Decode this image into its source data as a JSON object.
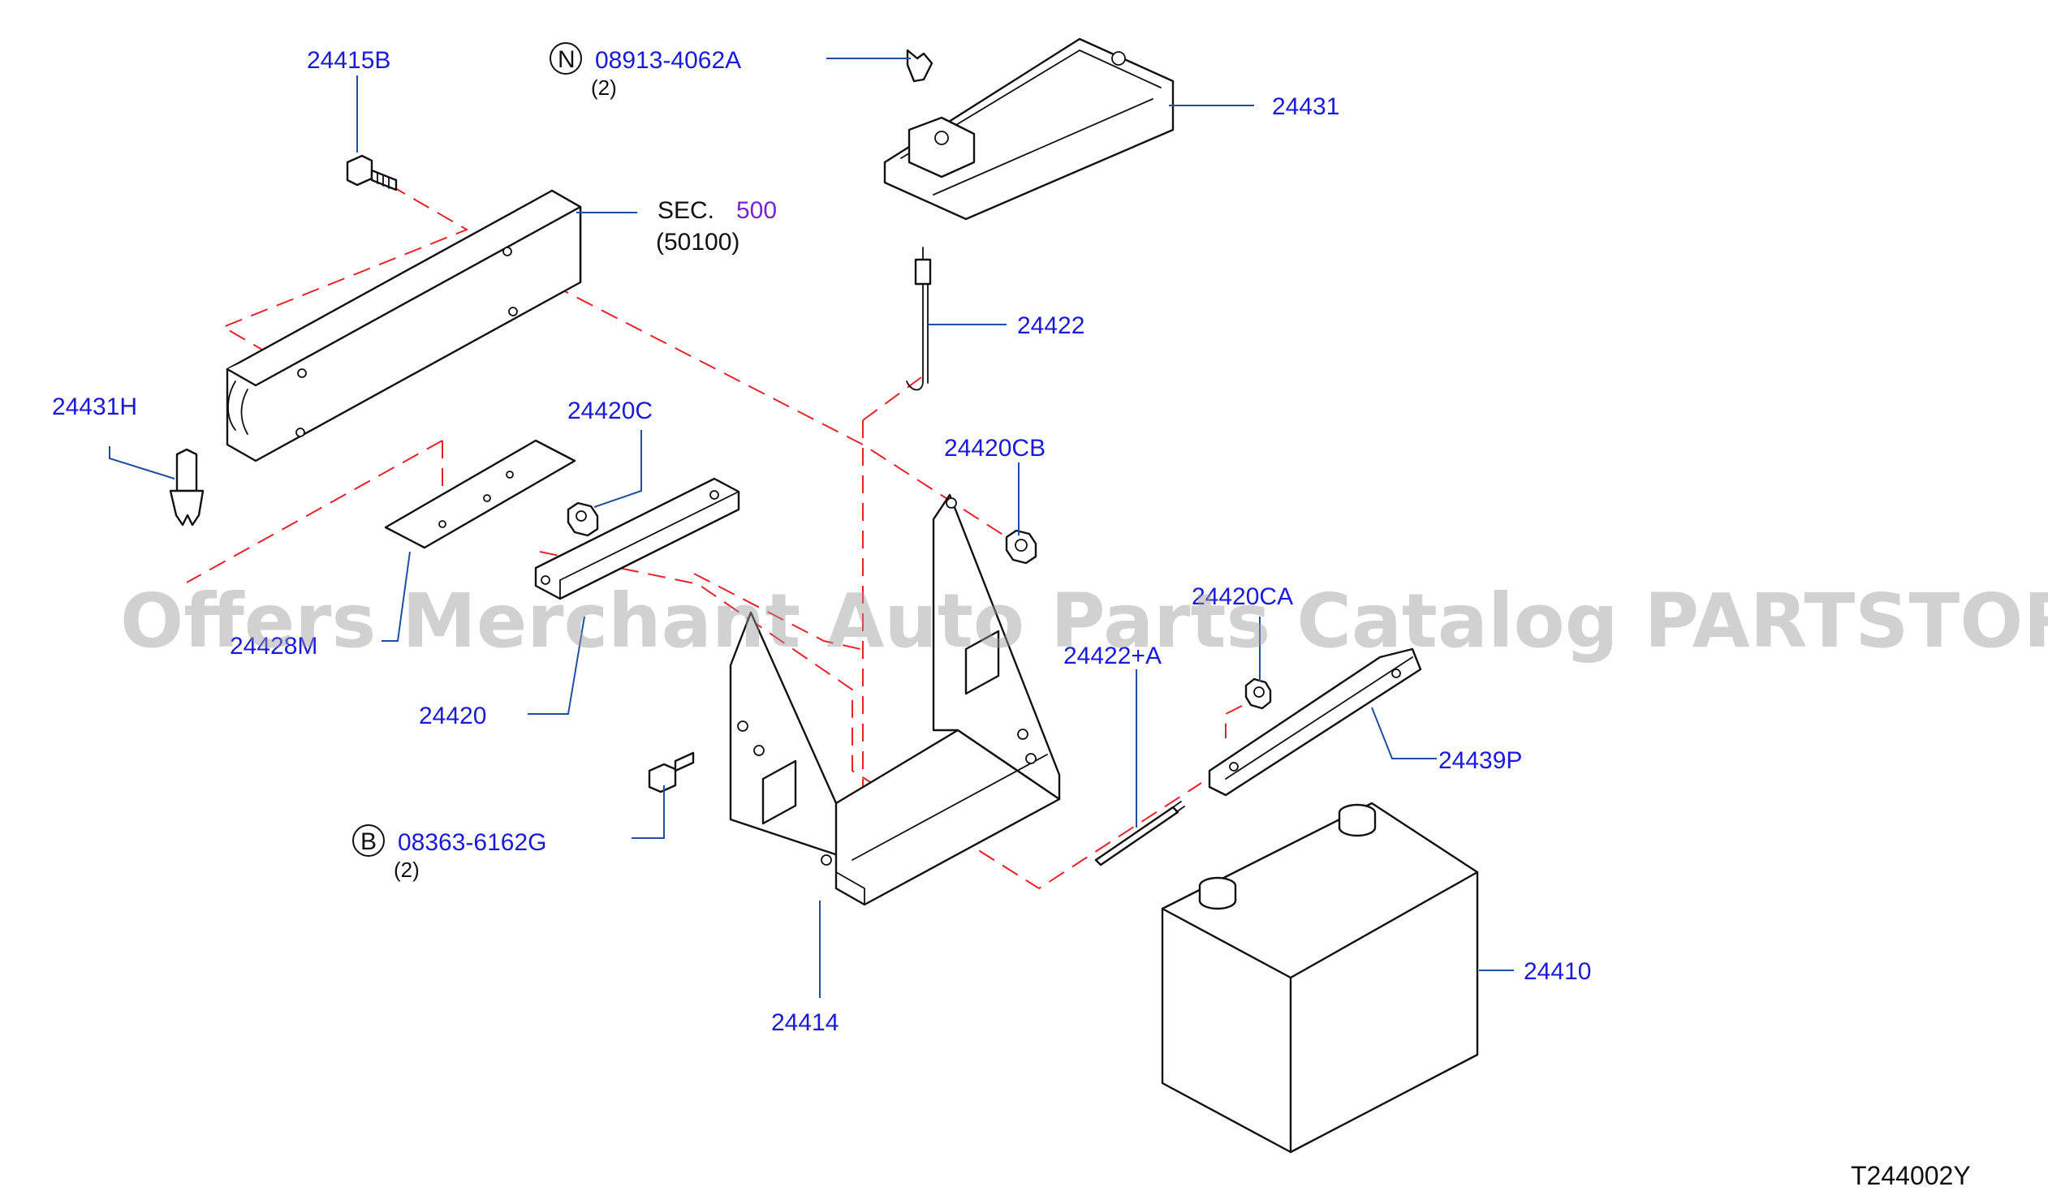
{
  "diagram": {
    "watermark": "Offers Merchant Auto Parts Catalog PARTSTORE.SA",
    "diagram_code": "T244002Y",
    "labels": {
      "p24415B": "24415B",
      "p08913": "08913-4062A",
      "p08913_prefix": "N",
      "p08913_qty": "(2)",
      "p24431": "24431",
      "sec_prefix": "SEC.",
      "sec_number": "500",
      "sec_sub": "(50100)",
      "p24422": "24422",
      "p24431H": "24431H",
      "p24420C": "24420C",
      "p24420CB": "24420CB",
      "p24428M": "24428M",
      "p24420": "24420",
      "p24420CA": "24420CA",
      "p24422A": "24422+A",
      "p24439P": "24439P",
      "p08363": "08363-6162G",
      "p08363_prefix": "B",
      "p08363_qty": "(2)",
      "p24414": "24414",
      "p24410": "24410"
    },
    "colors": {
      "label_blue": "#1a1adb",
      "leader_blue": "#1f4f9f",
      "dash_red": "#e8222a",
      "section_purple": "#7a22d6",
      "watermark_gray": "#9a9a9a"
    }
  }
}
